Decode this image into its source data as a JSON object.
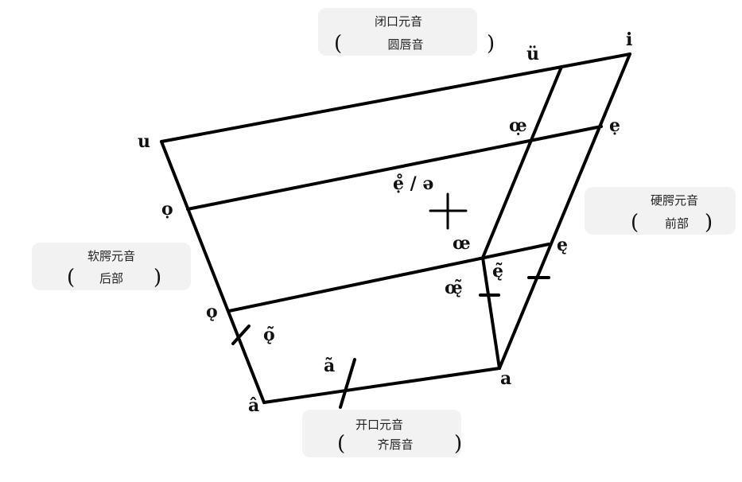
{
  "vowels": {
    "i": "i",
    "u_umlaut": "ü",
    "u": "u",
    "oe_close": "œ̣",
    "e_close": "ẹ",
    "o_close": "ọ",
    "e_schwa": "ẹ̊ / ə",
    "oe_open": "œ",
    "e_open": "ę",
    "e_open_nasal": "ę̃",
    "oe_nasal": "œ̨̃",
    "o_open": "ǫ",
    "o_nasal": "ǫ̃",
    "a_nasal": "ã",
    "a": "a",
    "a_circ": "â"
  },
  "labels": {
    "top_title": "闭口元音",
    "top_sub": "圆唇音",
    "right_title": "硬腭元音",
    "right_sub": "前部",
    "left_title": "软腭元音",
    "left_sub": "后部",
    "bottom_title": "开口元音",
    "bottom_sub": "齐唇音",
    "paren_open": "(",
    "paren_close": ")"
  }
}
